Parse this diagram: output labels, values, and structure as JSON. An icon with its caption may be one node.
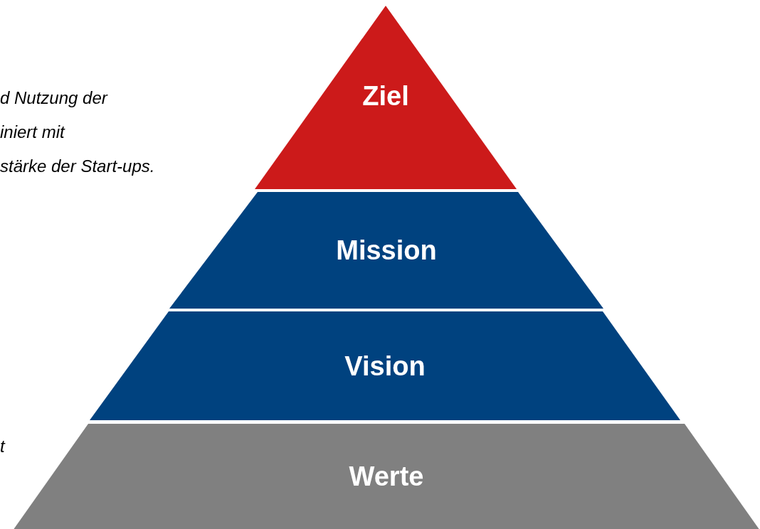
{
  "diagram": {
    "nodes": [
      {
        "text": [
          "Ziel"
        ]
      },
      {
        "text": [
          "Mission"
        ]
      },
      {
        "text": [
          "Vision"
        ]
      },
      {
        "text": [
          "Werte"
        ]
      }
    ],
    "labels": [
      "d Nutzung der",
      "iniert mit",
      "stärke der Start-ups.",
      "t"
    ]
  }
}
